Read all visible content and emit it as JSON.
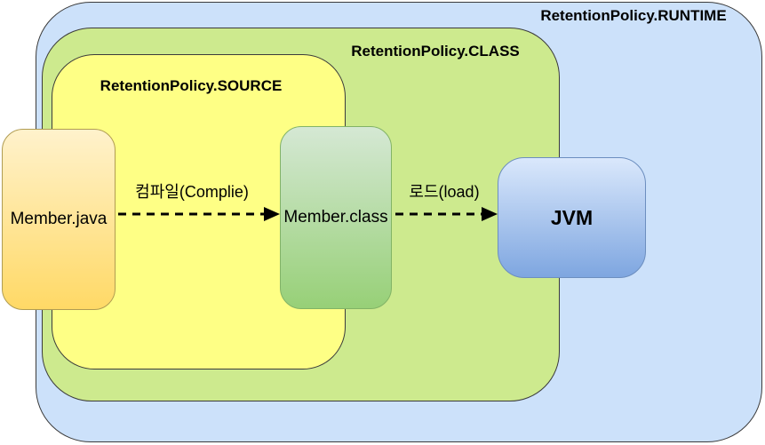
{
  "regions": {
    "runtime": {
      "label": "RetentionPolicy.RUNTIME",
      "fill": "#cce1fa",
      "border": "#3b3b3b"
    },
    "class": {
      "label": "RetentionPolicy.CLASS",
      "fill": "#cdea8e",
      "border": "#3b3b3b"
    },
    "source": {
      "label": "RetentionPolicy.SOURCE",
      "fill": "#feff85",
      "border": "#3b3b3b"
    }
  },
  "nodes": {
    "member_java": {
      "label": "Member.java",
      "fill_top": "#fff2cc",
      "fill_bottom": "#ffd966",
      "border": "#b09c52"
    },
    "member_class": {
      "label": "Member.class",
      "fill_top": "#d5e8d4",
      "fill_bottom": "#97d077",
      "border": "#82b366"
    },
    "jvm": {
      "label": "JVM",
      "fill_top": "#dae8fc",
      "fill_bottom": "#7ea6e0",
      "border": "#6c8ebf"
    }
  },
  "arrows": {
    "compile": {
      "label": "컴파일(Complie)",
      "color": "#000000",
      "style": "dashed"
    },
    "load": {
      "label": "로드(load)",
      "color": "#000000",
      "style": "dashed"
    }
  }
}
